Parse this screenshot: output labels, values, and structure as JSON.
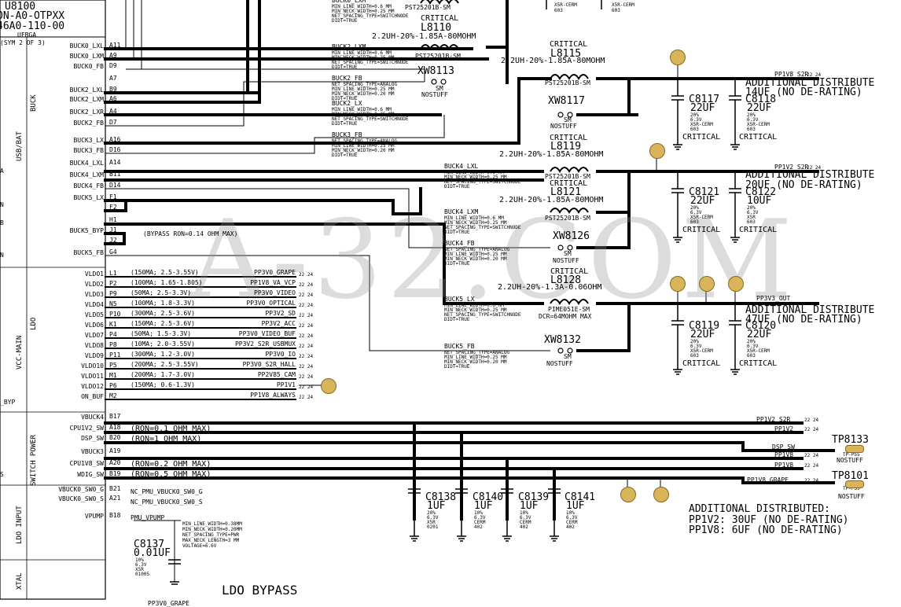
{
  "ic": {
    "ref": "U8100",
    "part1": "ON-A0-OTPXX",
    "part2": "46A0-110-00",
    "pkg": "UFBGA",
    "sym": "(SYM 2 OF 3)"
  },
  "blocks": {
    "buck": "BUCK",
    "usb_bat": "USB/BAT",
    "vcc_main": "VCC-MAIN",
    "ldo": "LDO",
    "switch_power": "SWITCH POWER",
    "ldo_input": "LDO INPUT",
    "xtal": "XTAL"
  },
  "left_cut": {
    "a": "A",
    "n1": "N",
    "b": "B",
    "n2": "N",
    "byp": "_BYP",
    "s": "S"
  },
  "pins": [
    {
      "name": "BUCK0_LXL",
      "num": "A11"
    },
    {
      "name": "BUCK0_LXM",
      "num": "A9"
    },
    {
      "name": "BUCK0_FB",
      "num": "D9"
    },
    {
      "name": "",
      "num": "A7"
    },
    {
      "name": "BUCK2_LXL",
      "num": "B9"
    },
    {
      "name": "BUCK2_LXM",
      "num": "A6"
    },
    {
      "name": "BUCK2_LXR",
      "num": "A4"
    },
    {
      "name": "BUCK2_FB",
      "num": "D7"
    },
    {
      "name": "BUCK3_LX",
      "num": "A16"
    },
    {
      "name": "BUCK3_FB",
      "num": "D16"
    },
    {
      "name": "BUCK4_LXL",
      "num": "A14"
    },
    {
      "name": "BUCK4_LXM",
      "num": "B11"
    },
    {
      "name": "BUCK4_FB",
      "num": "D14"
    },
    {
      "name": "BUCK5_LX",
      "num": "F1"
    },
    {
      "name": "",
      "num": "F2"
    },
    {
      "name": "",
      "num": "H1"
    },
    {
      "name": "BUCK5_BYP",
      "num": "J1"
    },
    {
      "name": "",
      "num": "J2"
    },
    {
      "name": "BUCK5_FB",
      "num": "G4"
    },
    {
      "name": "VLDO1",
      "num": "L1"
    },
    {
      "name": "VLDO2",
      "num": "P2"
    },
    {
      "name": "VLDO3",
      "num": "P9"
    },
    {
      "name": "VLDO4",
      "num": "N5"
    },
    {
      "name": "VLDO5",
      "num": "P10"
    },
    {
      "name": "VLDO6",
      "num": "K1"
    },
    {
      "name": "VLDO7",
      "num": "P4"
    },
    {
      "name": "VLDO8",
      "num": "P8"
    },
    {
      "name": "VLDO9",
      "num": "P11"
    },
    {
      "name": "VLDO10",
      "num": "P5"
    },
    {
      "name": "VLDO11",
      "num": "M1"
    },
    {
      "name": "VLDO12",
      "num": "P6"
    },
    {
      "name": "ON_BUF",
      "num": "M2"
    },
    {
      "name": "VBUCK4",
      "num": "B17"
    },
    {
      "name": "CPU1V2_SW",
      "num": "A18"
    },
    {
      "name": "DSP_SW",
      "num": "B20"
    },
    {
      "name": "VBUCK3",
      "num": "A19"
    },
    {
      "name": "CPU1V8_SW",
      "num": "A20"
    },
    {
      "name": "WDIG_SW",
      "num": "B19"
    },
    {
      "name": "VBUCK0_SW0_G",
      "num": "B21"
    },
    {
      "name": "VBUCK0_SW0_S",
      "num": "A21"
    },
    {
      "name": "VPUMP",
      "num": "B18"
    }
  ],
  "ldo_specs": [
    {
      "spec": "(150MA; 2.5-3.55V)",
      "net": "PP3V0_GRAPE"
    },
    {
      "spec": "(100MA; 1.65-1.805)",
      "net": "PP1V8_VA_VCP"
    },
    {
      "spec": "(50MA; 2.5-3.3V)",
      "net": "PP3V0_VIDEO"
    },
    {
      "spec": "(100MA; 1.8-3.3V)",
      "net": "PP3V0_OPTICAL"
    },
    {
      "spec": "(300MA; 2.5-3.6V)",
      "net": "PP3V2_SD"
    },
    {
      "spec": "(150MA; 2.5-3.6V)",
      "net": "PP3V2_ACC"
    },
    {
      "spec": "(50MA; 1.5-3.3V)",
      "net": "PP3V0_VIDEO_BUF"
    },
    {
      "spec": "(10MA; 2.0-3.55V)",
      "net": "PP3V2_S2R_USBMUX"
    },
    {
      "spec": "(300MA; 1.2-3.0V)",
      "net": "PP3V0_IO"
    },
    {
      "spec": "(200MA; 2.5-3.55V)",
      "net": "PP3V0_S2R_HALL"
    },
    {
      "spec": "(200MA; 1.7-3.0V)",
      "net": "PP2V85_CAM"
    },
    {
      "spec": "(150MA; 0.6-1.3V)",
      "net": "PP1V1"
    },
    {
      "spec": "",
      "net": "PP1V8_ALWAYS"
    }
  ],
  "ldo_page": "22 24",
  "switch_specs": [
    "(RON=0.1 OHM MAX)",
    "(RON=1 OHM MAX)",
    "(RON=0.2 OHM MAX)",
    "(RON=0.5 OHM MAX)"
  ],
  "buck5_byp_spec": "(BYPASS RON=0.14 OHM MAX)",
  "vbuck_nc": [
    "NC_PMU_VBUCK0_SW0_G",
    "NC_PMU_VBUCK0_SW0_S"
  ],
  "vpump_net": "PMU_VPUMP",
  "vpump_rules": [
    "MIN_LINE_WIDTH=0.38MM",
    "MIN_NECK_WIDTH=0.20MM",
    "NET_SPACING_TYPE=PWR",
    "MAX_NECK_LENGTH=3 MM",
    "VOLTAGE=6.6V"
  ],
  "net_rules": [
    "MIN_LINE_WIDTH=0.6 MM",
    "MIN_NECK_WIDTH=0.25 MM",
    "NET_SPACING_TYPE=SWITCHNODE",
    "DIDT=TRUE"
  ],
  "fb_rules": [
    "NET_SPACING_TYPE=ANALOG",
    "MIN_LINE_WIDTH=0.25 MM",
    "MIN_NECK_WIDTH=0.20 MM",
    "DIDT=TRUE"
  ],
  "net_labels": {
    "buck0_lxm": "BUCK0_LXM",
    "buck2_lxm": "BUCK2_LXM",
    "buck2_fb": "BUCK2_FB",
    "buck2_lx": "BUCK2_LX",
    "buck3_fb": "BUCK3_FB",
    "buck4_lxl": "BUCK4_LXL",
    "buck4_lxm": "BUCK4_LXM",
    "buck4_fb": "BUCK4_FB",
    "buck5_lx": "BUCK5_LX",
    "buck5_fb": "BUCK5_FB"
  },
  "inductors": [
    {
      "ref": "L8110",
      "crit": "CRITICAL",
      "spec": "2.2UH-20%-1.85A-80MOHM",
      "part": "PST25201B-SM"
    },
    {
      "ref": "L8115",
      "crit": "CRITICAL",
      "spec": "2.2UH-20%-1.85A-80MOHM",
      "part": "PST25201B-SM"
    },
    {
      "ref": "L8119",
      "crit": "CRITICAL",
      "spec": "2.2UH-20%-1.85A-80MOHM",
      "part": "PST25201B-SM"
    },
    {
      "ref": "L8121",
      "crit": "CRITICAL",
      "spec": "2.2UH-20%-1.85A-80MOHM",
      "part": "PST25201B-SM"
    },
    {
      "ref": "L8128",
      "crit": "CRITICAL",
      "spec": "2.2UH-20%-1.3A-0.06OHM",
      "part": "PIME051E-SM",
      "dcr": "DCR=64MOHM MAX"
    }
  ],
  "top_part": "PST25201B-SM",
  "xw": [
    {
      "ref": "XW8113",
      "sm": "SM",
      "nostuff": "NOSTUFF"
    },
    {
      "ref": "XW8117",
      "sm": "SM",
      "nostuff": "NOSTUFF"
    },
    {
      "ref": "XW8126",
      "sm": "SM",
      "nostuff": "NOSTUFF"
    },
    {
      "ref": "XW8132",
      "sm": "SM",
      "nostuff": "NOSTUFF"
    }
  ],
  "caps": [
    {
      "ref": "C8117",
      "val": "22UF",
      "s1": "20%",
      "s2": "6.3V",
      "s3": "X5R-CERM",
      "s4": "603",
      "crit": "CRITICAL"
    },
    {
      "ref": "C8118",
      "val": "22UF",
      "s1": "20%",
      "s2": "6.3V",
      "s3": "X5R-CERM",
      "s4": "603",
      "crit": "CRITICAL"
    },
    {
      "ref": "C8121",
      "val": "22UF",
      "s1": "20%",
      "s2": "6.3V",
      "s3": "X5R-CERM",
      "s4": "603",
      "crit": "CRITICAL"
    },
    {
      "ref": "C8122",
      "val": "10UF",
      "s1": "20%",
      "s2": "6.3V",
      "s3": "X5R",
      "s4": "603",
      "crit": "CRITICAL"
    },
    {
      "ref": "C8119",
      "val": "22UF",
      "s1": "20%",
      "s2": "6.3V",
      "s3": "X5R-CERM",
      "s4": "603",
      "crit": "CRITICAL"
    },
    {
      "ref": "C8120",
      "val": "22UF",
      "s1": "20%",
      "s2": "6.3V",
      "s3": "X5R-CERM",
      "s4": "603",
      "crit": "CRITICAL"
    },
    {
      "ref": "C8138",
      "val": "1UF",
      "s1": "20%",
      "s2": "6.3V",
      "s3": "X5R",
      "s4": "0201"
    },
    {
      "ref": "C8140",
      "val": "1UF",
      "s1": "10%",
      "s2": "6.3V",
      "s3": "CERM",
      "s4": "402"
    },
    {
      "ref": "C8139",
      "val": "1UF",
      "s1": "10%",
      "s2": "6.3V",
      "s3": "CERM",
      "s4": "402"
    },
    {
      "ref": "C8141",
      "val": "1UF",
      "s1": "10%",
      "s2": "6.3V",
      "s3": "CERM",
      "s4": "402"
    },
    {
      "ref": "C8137",
      "val": "0.01UF",
      "s1": "10%",
      "s2": "6.3V",
      "s3": "X5R",
      "s4": "01005"
    }
  ],
  "top_caps": {
    "a": "X5R-CERM",
    "b": "603",
    "c": "X5R-CERM",
    "d": "603"
  },
  "additional": [
    {
      "t1": "ADDITIONAL DISTRIBUTE",
      "t2": "14UF  (NO DE-RATING)"
    },
    {
      "t1": "ADDITIONAL DISTRIBUTE",
      "t2": "20UF  (NO DE-RATING)"
    },
    {
      "t1": "ADDITIONAL DISTRIBUTE",
      "t2": "47UF  (NO DE-RATING)"
    }
  ],
  "rails": {
    "pp1v8_s2r": "PP1V8_S2R",
    "pp1v2_s2r": "PP1V2_S2R",
    "pp3v3_out": "PP3V3_OUT",
    "page": "22 24"
  },
  "switch_rails": [
    "PP1V2_S2R",
    "PP1V2",
    "DSP_SW",
    "PP1V8",
    "PP1V8",
    "PP1V8_GRAPE"
  ],
  "switch_pages": [
    "22 24",
    "22 24",
    "",
    "22 24",
    "22 24",
    "22 24"
  ],
  "tps": [
    {
      "ref": "TP8133",
      "type": "TP-P55",
      "nostuff": "NOSTUFF"
    },
    {
      "ref": "TP8101",
      "type": "TP-P55",
      "nostuff": "NOSTUFF"
    }
  ],
  "add_bottom": {
    "l1": "ADDITIONAL DISTRIBUTED:",
    "l2": "PP1V2: 30UF (NO DE-RATING)",
    "l3": "PP1V8: 6UF (NO DE-RATING)"
  },
  "ldo_bypass": "LDO BYPASS",
  "bottom_cut": "PP3V0_GRAPE",
  "pin_nums": {
    "one": "1",
    "two": "2"
  },
  "watermark": "A-32.COM"
}
